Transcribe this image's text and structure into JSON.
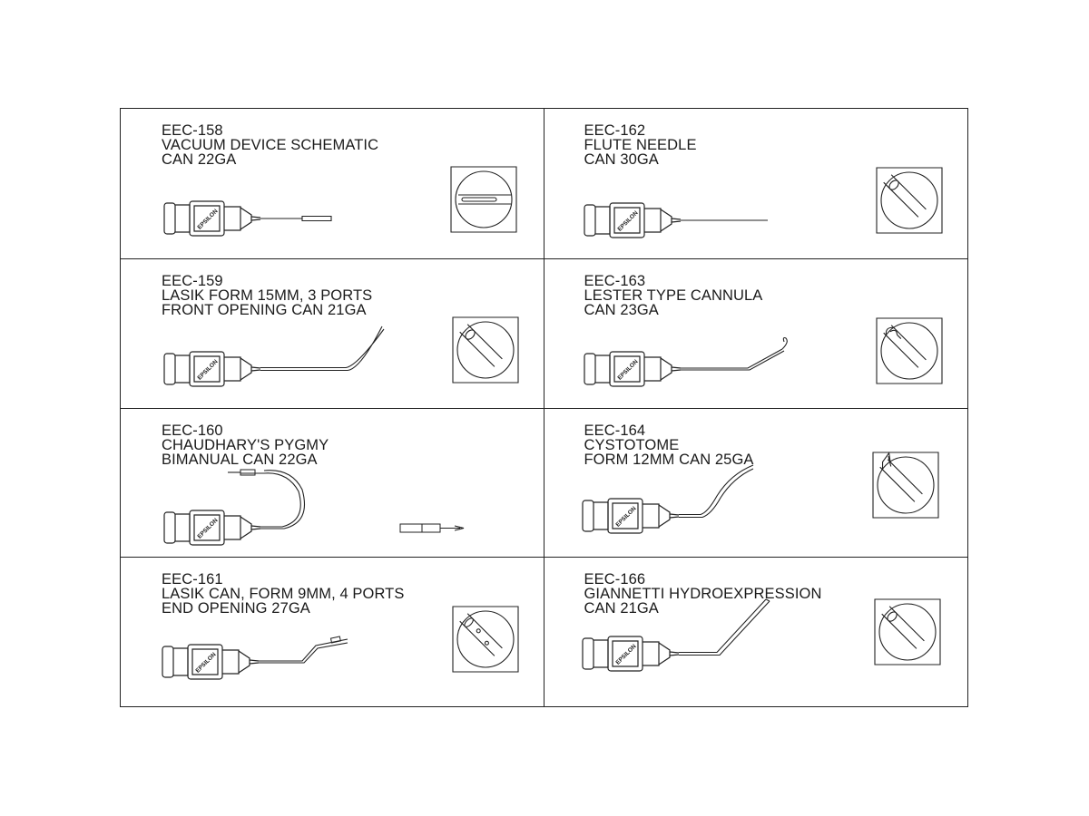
{
  "products": [
    {
      "code": "EEC-158",
      "lines": [
        "VACUUM DEVICE SCHEMATIC",
        "CAN 22GA"
      ],
      "tip_icon": "slot-tip-icon",
      "brand": "EPSILON"
    },
    {
      "code": "EEC-162",
      "lines": [
        "FLUTE NEEDLE",
        "CAN 30GA"
      ],
      "tip_icon": "open-end-tip-icon",
      "brand": "EPSILON"
    },
    {
      "code": "EEC-159",
      "lines": [
        "LASIK FORM 15MM, 3 PORTS",
        "FRONT OPENING CAN 21GA"
      ],
      "tip_icon": "front-opening-tip-icon",
      "brand": "EPSILON"
    },
    {
      "code": "EEC-163",
      "lines": [
        "LESTER TYPE CANNULA",
        "CAN 23GA"
      ],
      "tip_icon": "lester-tip-icon",
      "brand": "EPSILON"
    },
    {
      "code": "EEC-160",
      "lines": [
        "CHAUDHARY'S PYGMY",
        "BIMANUAL CAN 22GA"
      ],
      "tip_icon": "",
      "brand": "EPSILON"
    },
    {
      "code": "EEC-164",
      "lines": [
        "CYSTOTOME",
        "FORM 12MM CAN 25GA"
      ],
      "tip_icon": "cystotome-tip-icon",
      "brand": "EPSILON"
    },
    {
      "code": "EEC-161",
      "lines": [
        "LASIK CAN, FORM 9MM, 4 PORTS",
        "END OPENING 27GA"
      ],
      "tip_icon": "ported-tip-icon",
      "brand": "EPSILON"
    },
    {
      "code": "EEC-166",
      "lines": [
        "GIANNETTI HYDROEXPRESSION",
        "CAN 21GA"
      ],
      "tip_icon": "open-end-tip-icon",
      "brand": "EPSILON"
    }
  ]
}
